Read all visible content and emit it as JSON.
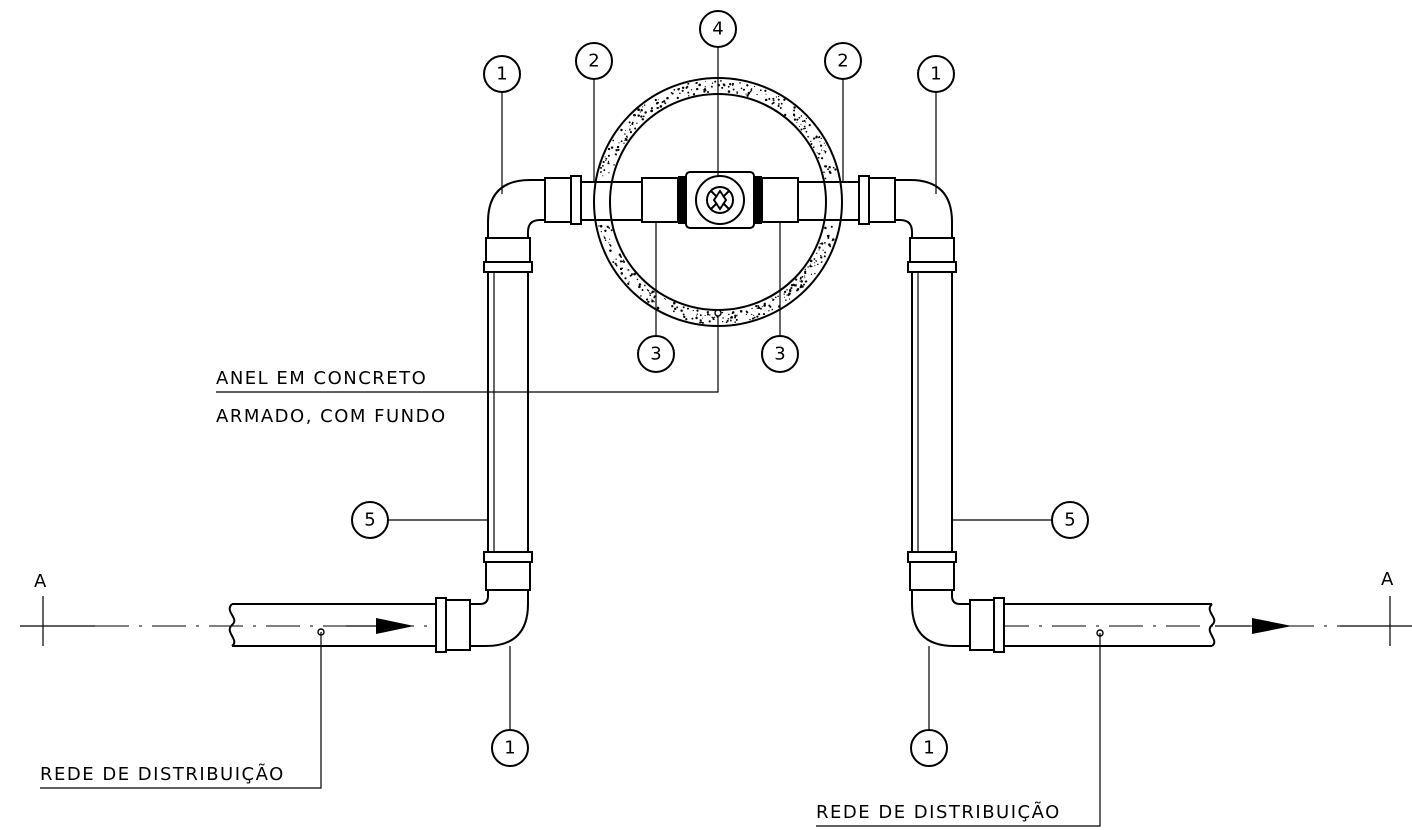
{
  "diagram": {
    "callouts": [
      {
        "id": "c1-left-top",
        "text": "1"
      },
      {
        "id": "c2-left",
        "text": "2"
      },
      {
        "id": "c4",
        "text": "4"
      },
      {
        "id": "c2-right",
        "text": "2"
      },
      {
        "id": "c1-right-top",
        "text": "1"
      },
      {
        "id": "c3-left",
        "text": "3"
      },
      {
        "id": "c3-right",
        "text": "3"
      },
      {
        "id": "c5-left",
        "text": "5"
      },
      {
        "id": "c5-right",
        "text": "5"
      },
      {
        "id": "c1-left-bottom",
        "text": "1"
      },
      {
        "id": "c1-right-bottom",
        "text": "1"
      }
    ],
    "labels": {
      "ring_line1": "ANEL EM CONCRETO",
      "ring_line2": "ARMADO, COM FUNDO",
      "network_left": "REDE DE DISTRIBUIÇÃO",
      "network_right": "REDE DE DISTRIBUIÇÃO",
      "section_left": "A",
      "section_right": "A"
    }
  }
}
